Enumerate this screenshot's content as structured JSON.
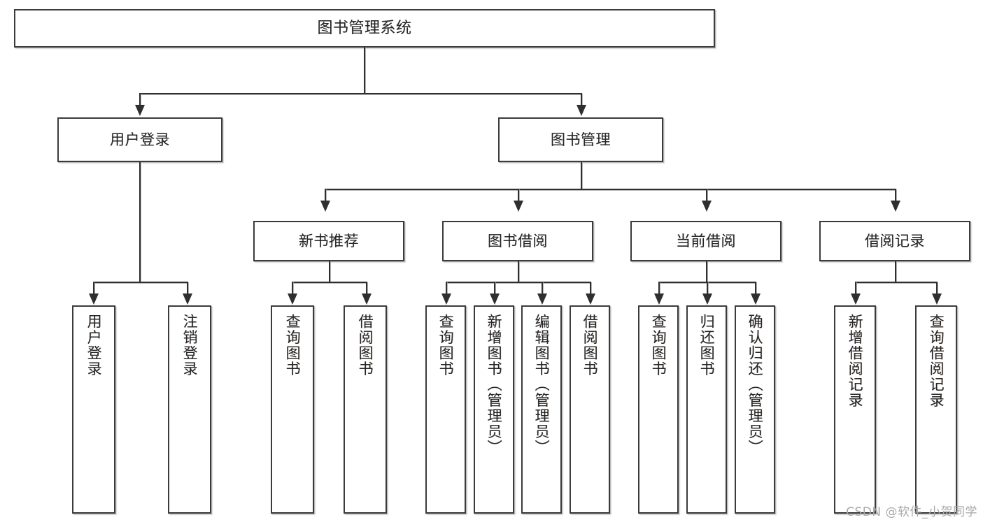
{
  "diagram": {
    "title": "图书管理系统",
    "type": "tree-hierarchy-chart",
    "orientation": "top-down",
    "background_color": "#ffffff",
    "box_border_color": "#3b3b3b",
    "text_color": "#262626",
    "connector_color": "#2f2f2f"
  },
  "root": {
    "label": "图书管理系统"
  },
  "level2": [
    {
      "label": "用户登录"
    },
    {
      "label": "图书管理"
    }
  ],
  "level3": [
    {
      "label": "新书推荐"
    },
    {
      "label": "图书借阅"
    },
    {
      "label": "当前借阅"
    },
    {
      "label": "借阅记录"
    }
  ],
  "leaves": {
    "user_login": [
      {
        "label": "用户登录"
      },
      {
        "label": "注销登录"
      }
    ],
    "new_book_recommend": [
      {
        "label": "查询图书"
      },
      {
        "label": "借阅图书"
      }
    ],
    "book_borrow": [
      {
        "label": "查询图书"
      },
      {
        "label": "新增图书（管理员）"
      },
      {
        "label": "编辑图书（管理员）"
      },
      {
        "label": "借阅图书"
      }
    ],
    "current_borrow": [
      {
        "label": "查询图书"
      },
      {
        "label": "归还图书"
      },
      {
        "label": "确认归还（管理员）"
      }
    ],
    "borrow_record": [
      {
        "label": "新增借阅记录"
      },
      {
        "label": "查询借阅记录"
      }
    ]
  },
  "watermark": {
    "text": "CSDN @软件_小贺同学"
  }
}
